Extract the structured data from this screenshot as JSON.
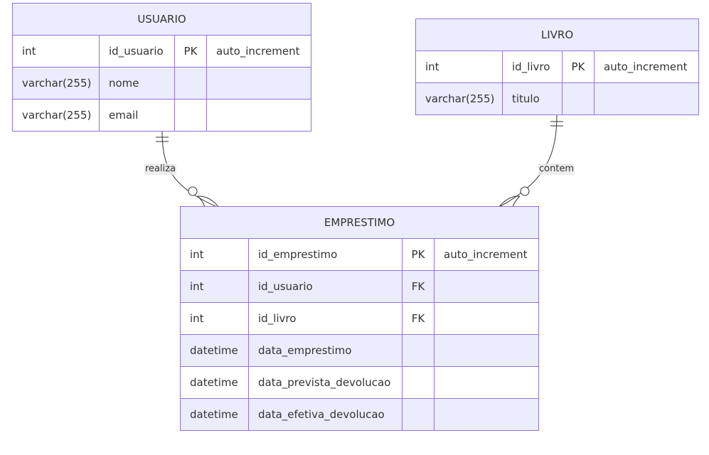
{
  "colors": {
    "stroke": "#9370db",
    "header_fill": "#ececff",
    "row_odd": "#ffffff",
    "row_even": "#ececff",
    "line": "#333333",
    "text": "#333333"
  },
  "entities": {
    "usuario": {
      "name": "USUARIO",
      "attributes": [
        {
          "type": "int",
          "name": "id_usuario",
          "key": "PK",
          "comment": "auto_increment"
        },
        {
          "type": "varchar(255)",
          "name": "nome",
          "key": "",
          "comment": ""
        },
        {
          "type": "varchar(255)",
          "name": "email",
          "key": "",
          "comment": ""
        }
      ]
    },
    "livro": {
      "name": "LIVRO",
      "attributes": [
        {
          "type": "int",
          "name": "id_livro",
          "key": "PK",
          "comment": "auto_increment"
        },
        {
          "type": "varchar(255)",
          "name": "titulo",
          "key": "",
          "comment": ""
        }
      ]
    },
    "emprestimo": {
      "name": "EMPRESTIMO",
      "attributes": [
        {
          "type": "int",
          "name": "id_emprestimo",
          "key": "PK",
          "comment": "auto_increment"
        },
        {
          "type": "int",
          "name": "id_usuario",
          "key": "FK",
          "comment": ""
        },
        {
          "type": "int",
          "name": "id_livro",
          "key": "FK",
          "comment": ""
        },
        {
          "type": "datetime",
          "name": "data_emprestimo",
          "key": "",
          "comment": ""
        },
        {
          "type": "datetime",
          "name": "data_prevista_devolucao",
          "key": "",
          "comment": ""
        },
        {
          "type": "datetime",
          "name": "data_efetiva_devolucao",
          "key": "",
          "comment": ""
        }
      ]
    }
  },
  "relationships": [
    {
      "from": "USUARIO",
      "to": "EMPRESTIMO",
      "label": "realiza",
      "from_cardinality": "exactly-one",
      "to_cardinality": "zero-or-more"
    },
    {
      "from": "LIVRO",
      "to": "EMPRESTIMO",
      "label": "contem",
      "from_cardinality": "exactly-one",
      "to_cardinality": "zero-or-more"
    }
  ]
}
